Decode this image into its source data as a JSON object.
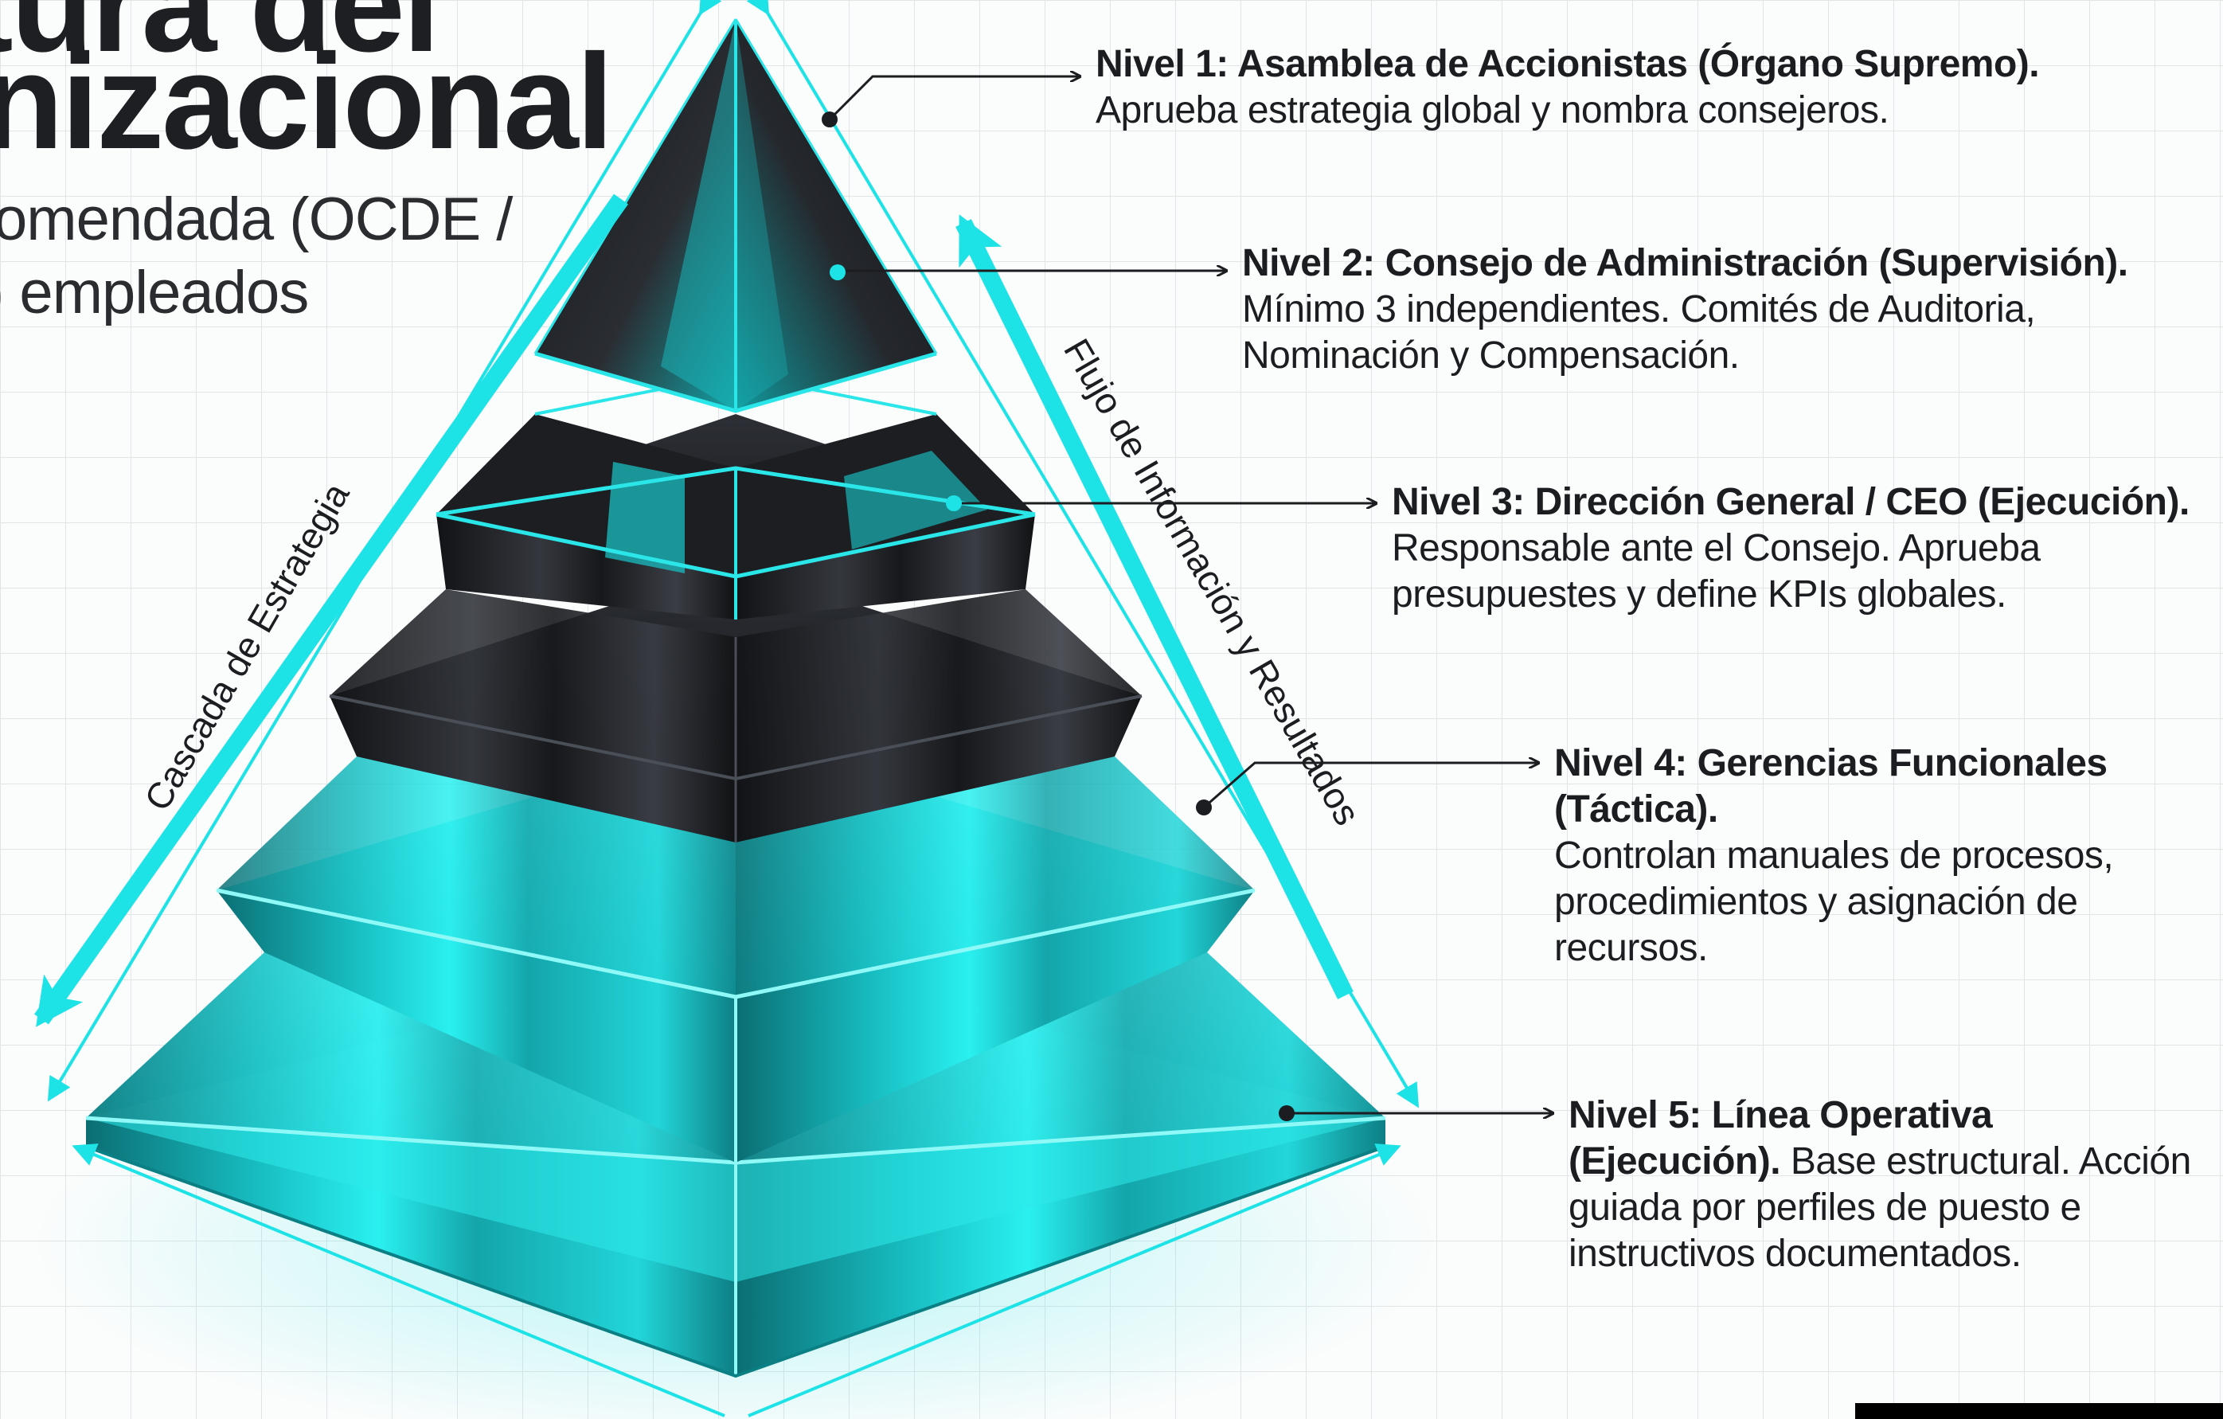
{
  "title": {
    "line1": "tura del",
    "line2": "nizacional"
  },
  "subtitle": {
    "line1": "omendada (OCDE /",
    "line2": ") empleados"
  },
  "flows": {
    "cascade_label": "Cascada de Estrategia",
    "information_label": "Flujo de Información y Resultados"
  },
  "levels": [
    {
      "title": "Nivel 1: Asamblea de Accionistas (Órgano Supremo).",
      "description": "Aprueba estrategia global y nombra consejeros."
    },
    {
      "title": "Nivel 2: Consejo de Administración (Supervisión).",
      "description": "Mínimo 3 independientes. Comités de Auditoria, Nominación y Compensación."
    },
    {
      "title": "Nivel 3: Dirección General / CEO (Ejecución).",
      "description": "Responsable ante el Consejo. Aprueba presupuestes y define KPIs globales."
    },
    {
      "title": "Nivel 4: Gerencias Funcionales (Táctica).",
      "description": "Controlan manuales de procesos, procedimientos y asignación de recursos."
    },
    {
      "title": "Nivel 5: Línea Operativa (Ejecución).",
      "description": "Base estructural. Acción guiada por perfiles de puesto e instructivos documentados."
    }
  ],
  "colors": {
    "accent": "#1ee3e6",
    "accent_dark": "#0a8f93",
    "dark_tier": "#1e2024",
    "text": "#1b1d20",
    "grid": "#e4e6e8"
  }
}
